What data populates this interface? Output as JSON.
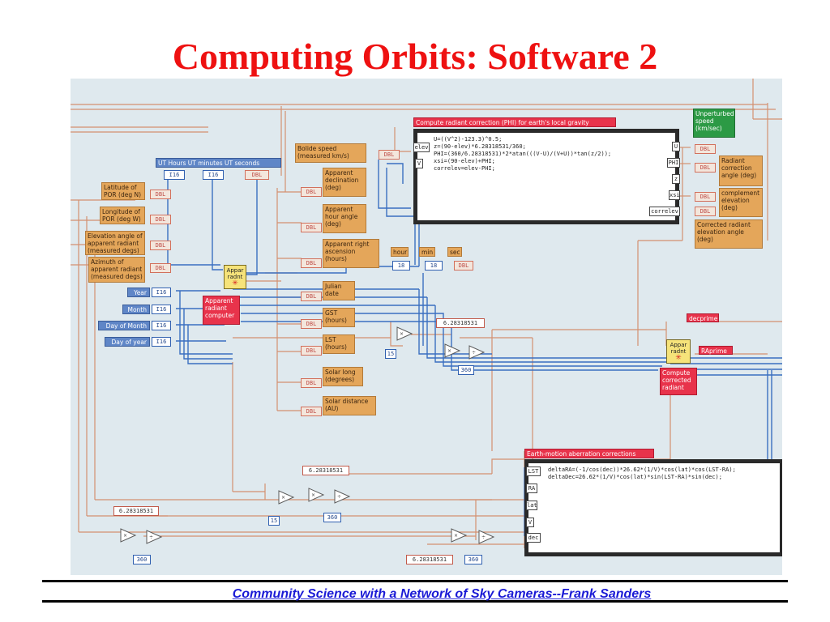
{
  "slide": {
    "title": "Computing Orbits: Software 2",
    "footer": "Community Science with a Network of Sky Cameras--Frank Sanders"
  },
  "controls": {
    "bolide_speed": "Bolide speed (measured km/s)",
    "latitude": "Latitude of POR (deg N)",
    "longitude": "Longitude of POR (deg W)",
    "elevation_angle": "Elevation angle of apparent radiant (measured degs)",
    "azimuth": "Azimuth of apparent radiant (measured degs)"
  },
  "time_inputs": {
    "ut_header": "UT Hours  UT minutes  UT seconds",
    "year": "Year",
    "month": "Month",
    "day_of_month": "Day of Month",
    "day_of_year": "Day of year",
    "type": "I16"
  },
  "indicators": {
    "apparent_declination": "Apparent declination (deg)",
    "apparent_hour_angle": "Apparent hour angle (deg)",
    "apparent_right_ascension": "Apparent right ascension (hours)",
    "julian_date": "Julian date",
    "gst": "GST (hours)",
    "lst": "LST (hours)",
    "solar_long": "Solar long (degrees)",
    "solar_distance": "Solar distance (AU)",
    "hour": "hour",
    "min": "min",
    "sec": "sec",
    "radiant_correction": "Radiant correction angle (deg)",
    "complement_elevation": "complement elevation (deg)",
    "corrected_elevation": "Corrected radiant elevation angle (deg)",
    "unperturbed_speed": "Unperturbed speed (km/sec)",
    "type": "DBL"
  },
  "red_labels": {
    "apparent_radiant_computer": "Apparent radiant computer",
    "compute_corrected_radiant": "Compute corrected radiant",
    "decprime": "decprime",
    "raprime": "RAprime",
    "phi_header": "Compute radiant correction (PHI) for earth's local gravity",
    "aberration_header": "Earth-motion aberration corrections"
  },
  "subvis": {
    "appar_radnt": "Appar radnt",
    "appar_radnt_2": "Appar radnt"
  },
  "formula_node_1": {
    "lines": [
      "U=((V^2)-123.3)^0.5;",
      "z=(90-elev)*6.28318531/360;",
      "PHI=(360/6.28318531)*2*atan(((V-U)/(V+U))*tan(z/2));",
      "xsi=(90-elev)+PHI;",
      "correlev=elev-PHI;"
    ],
    "inputs": [
      "elev",
      "V"
    ],
    "outputs": [
      "U",
      "PHI",
      "z",
      "xsi",
      "correlev"
    ]
  },
  "formula_node_2": {
    "lines": [
      "deltaRA=(-1/cos(dec))*26.62*(1/V)*cos(lat)*cos(LST-RA);",
      "deltaDec=26.62*(1/V)*cos(lat)*sin(LST-RA)*sin(dec);"
    ],
    "inputs": [
      "LST",
      "RA",
      "lat",
      "V",
      "dec"
    ]
  },
  "constants": {
    "two_pi": "6.28318531",
    "fifteen": "15",
    "three_sixty": "360",
    "eighteen": "18"
  },
  "colors": {
    "title": "#ee1111",
    "footer": "#1a1ad6",
    "control": "#e4a65a",
    "int_control": "#5f86c7",
    "red_label": "#e8334b",
    "green_label": "#2c9a45",
    "wire_orange": "#d49070",
    "wire_blue": "#3a6fc0"
  }
}
